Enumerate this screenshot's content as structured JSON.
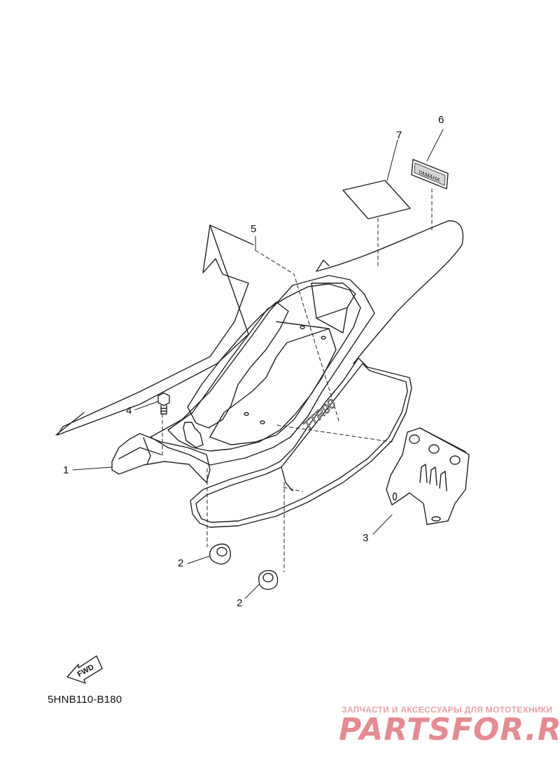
{
  "callouts": {
    "c1": "1",
    "c2a": "2",
    "c2b": "2",
    "c3": "3",
    "c4": "4",
    "c5": "5",
    "c6": "6",
    "c7": "7"
  },
  "fwd_label": "FWD",
  "fender_logo": "TTR90",
  "emblem_text": "YAMAHA",
  "diagram_code": "5HNB110-B180",
  "watermark": {
    "subtitle": "ЗАПЧАСТИ И АКСЕССУАРЫ ДЛЯ МОТОТЕХНИКИ",
    "logo": "PARTSFOR.RU"
  }
}
